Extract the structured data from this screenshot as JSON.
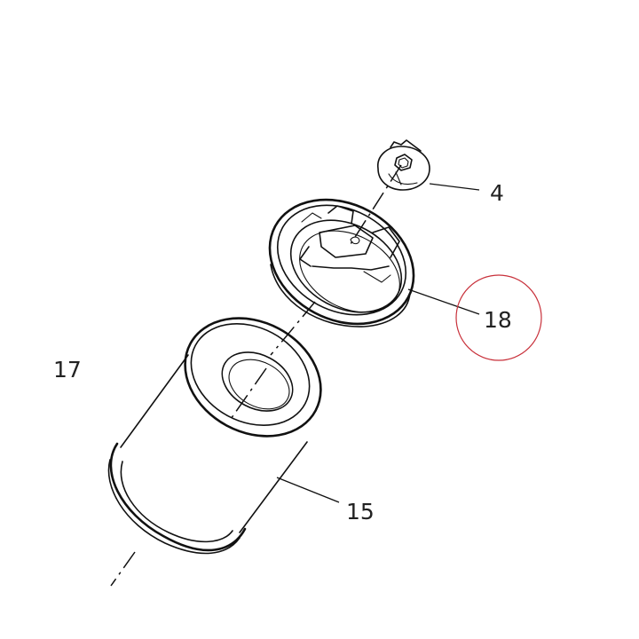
{
  "callouts": {
    "part_4": "4",
    "part_18": "18",
    "part_17": "17",
    "part_15": "15"
  },
  "highlight": {
    "target": "18",
    "color": "#c8303a"
  }
}
